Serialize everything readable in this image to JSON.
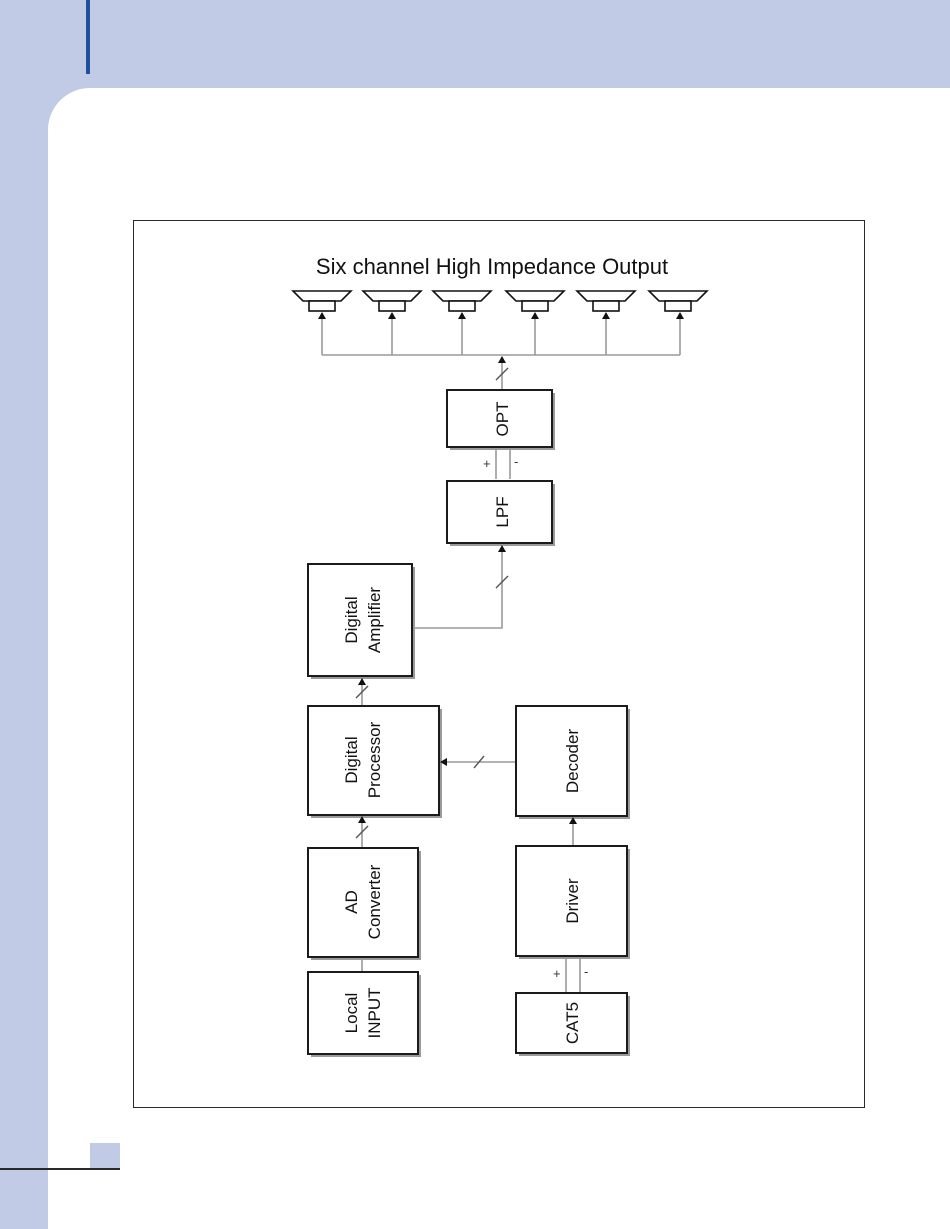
{
  "diagram": {
    "title": "Six channel High Impedance Output",
    "speaker_count": 6,
    "blocks": {
      "opt": [
        "OPT"
      ],
      "lpf": [
        "LPF"
      ],
      "digital_amplifier": [
        "Digital",
        "Amplifier"
      ],
      "digital_processor": [
        "Digital",
        "Processor"
      ],
      "decoder": [
        "Decoder"
      ],
      "ad_converter": [
        "AD",
        "Converter"
      ],
      "driver": [
        "Driver"
      ],
      "local_input": [
        "Local",
        "INPUT"
      ],
      "cat5": [
        "CAT5"
      ]
    },
    "signs": {
      "plus": "+",
      "minus": "-"
    }
  },
  "colors": {
    "sidebar": "#c1cbe6",
    "accent_bar": "#1e4f9c",
    "panel": "#ffffff"
  }
}
